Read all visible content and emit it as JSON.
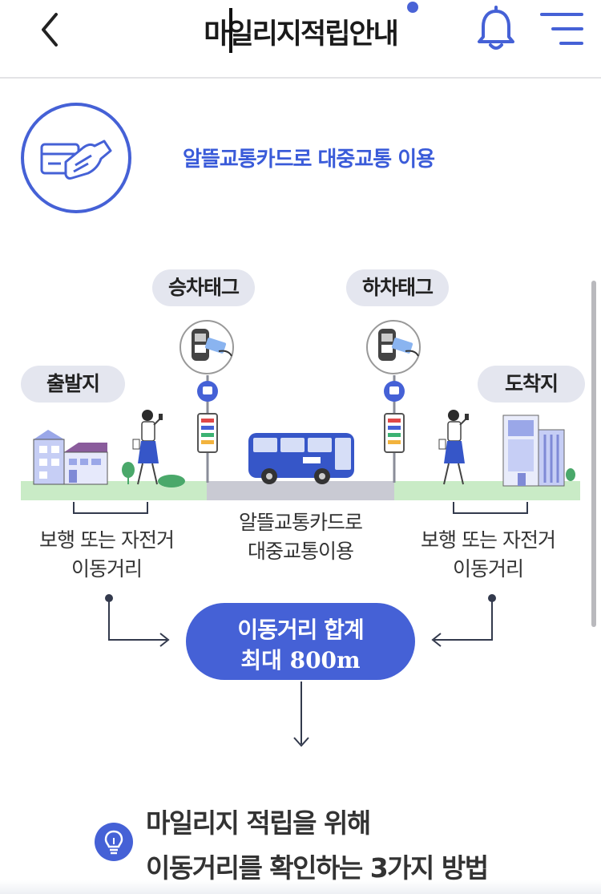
{
  "header": {
    "title": "마일리지적립안내",
    "back_icon": "chevron-left-icon",
    "notification_icon": "bell-icon",
    "menu_icon": "hamburger-menu-icon",
    "accent": "#4561d6"
  },
  "intro": {
    "icon": "card-handshake-icon",
    "text": "알뜰교통카드로 대중교통 이용"
  },
  "diagram": {
    "board_tag": "승차태그",
    "alight_tag": "하차태그",
    "origin": "출발지",
    "destination": "도착지",
    "walk_caption_left": [
      "보행 또는 자전거",
      "이동거리"
    ],
    "transit_caption": [
      "알뜰교통카드로",
      "대중교통이용"
    ],
    "walk_caption_right": [
      "보행 또는 자전거",
      "이동거리"
    ],
    "total_line1": "이동거리 합계",
    "total_line2": "최대 800m"
  },
  "section": {
    "icon": "lightbulb-icon",
    "heading_line1": "마일리지 적립을 위해",
    "heading_line2": "이동거리를 확인하는 3가지 방법"
  }
}
